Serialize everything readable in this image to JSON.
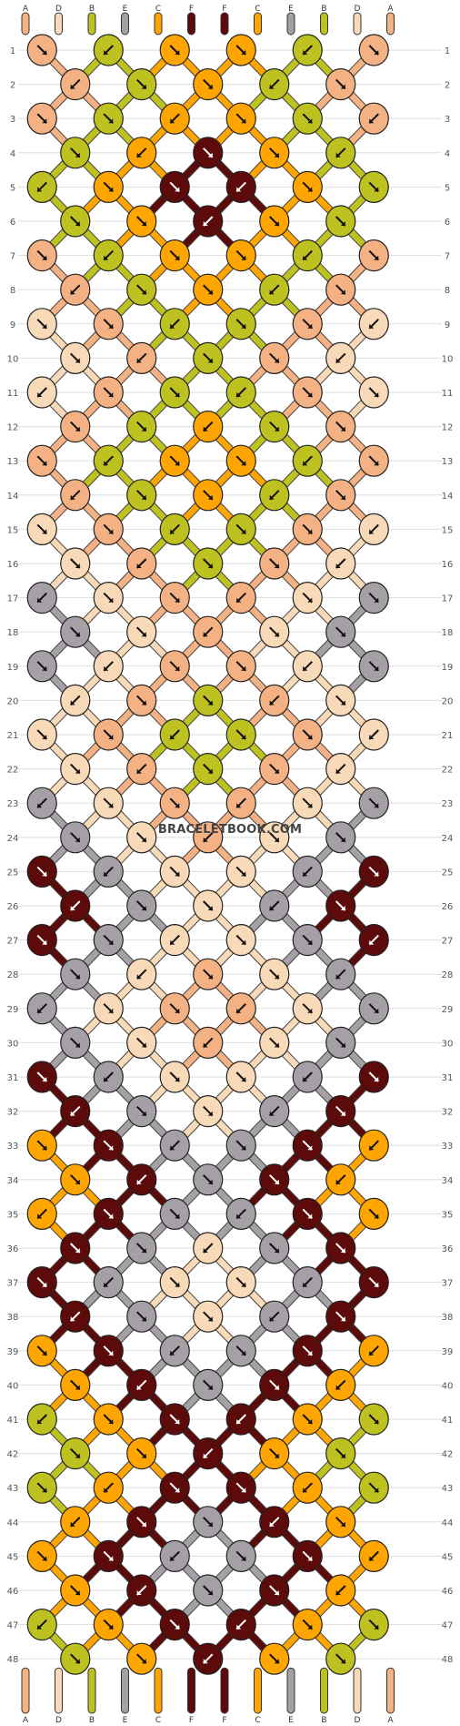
{
  "watermark": "BRACELETBOOK.COM",
  "palette": {
    "A": "#f4b183",
    "D": "#f8d9b8",
    "B": "#bec220",
    "E": "#a59fa6",
    "C": "#ffa500",
    "F": "#5c0a0a"
  },
  "strings_top": [
    "A",
    "D",
    "B",
    "E",
    "C",
    "F",
    "F",
    "C",
    "E",
    "B",
    "D",
    "A"
  ],
  "strings_bottom": [
    "A",
    "D",
    "B",
    "E",
    "C",
    "F",
    "F",
    "C",
    "E",
    "B",
    "D",
    "A"
  ],
  "row_count": 48,
  "rows": [
    [
      "A",
      "B",
      "C",
      "C",
      "B",
      "A"
    ],
    [
      "A",
      "B",
      "C",
      "B",
      "A"
    ],
    [
      "A",
      "B",
      "C",
      "C",
      "B",
      "A"
    ],
    [
      "B",
      "C",
      "F",
      "C",
      "B"
    ],
    [
      "B",
      "C",
      "F",
      "F",
      "C",
      "B"
    ],
    [
      "B",
      "C",
      "F",
      "C",
      "B"
    ],
    [
      "A",
      "B",
      "C",
      "C",
      "B",
      "A"
    ],
    [
      "A",
      "B",
      "C",
      "B",
      "A"
    ],
    [
      "D",
      "A",
      "B",
      "B",
      "A",
      "D"
    ],
    [
      "D",
      "A",
      "B",
      "A",
      "D"
    ],
    [
      "D",
      "A",
      "B",
      "B",
      "A",
      "D"
    ],
    [
      "A",
      "B",
      "C",
      "B",
      "A"
    ],
    [
      "A",
      "B",
      "C",
      "C",
      "B",
      "A"
    ],
    [
      "A",
      "B",
      "C",
      "B",
      "A"
    ],
    [
      "D",
      "A",
      "B",
      "B",
      "A",
      "D"
    ],
    [
      "D",
      "A",
      "B",
      "A",
      "D"
    ],
    [
      "E",
      "D",
      "A",
      "A",
      "D",
      "E"
    ],
    [
      "E",
      "D",
      "A",
      "D",
      "E"
    ],
    [
      "E",
      "D",
      "A",
      "A",
      "D",
      "E"
    ],
    [
      "D",
      "A",
      "B",
      "A",
      "D"
    ],
    [
      "D",
      "A",
      "B",
      "B",
      "A",
      "D"
    ],
    [
      "D",
      "A",
      "B",
      "A",
      "D"
    ],
    [
      "E",
      "D",
      "A",
      "A",
      "D",
      "E"
    ],
    [
      "E",
      "D",
      "A",
      "D",
      "E"
    ],
    [
      "F",
      "E",
      "D",
      "D",
      "E",
      "F"
    ],
    [
      "F",
      "E",
      "D",
      "E",
      "F"
    ],
    [
      "F",
      "E",
      "D",
      "D",
      "E",
      "F"
    ],
    [
      "E",
      "D",
      "A",
      "D",
      "E"
    ],
    [
      "E",
      "D",
      "A",
      "A",
      "D",
      "E"
    ],
    [
      "E",
      "D",
      "A",
      "D",
      "E"
    ],
    [
      "F",
      "E",
      "D",
      "D",
      "E",
      "F"
    ],
    [
      "F",
      "E",
      "D",
      "E",
      "F"
    ],
    [
      "C",
      "F",
      "E",
      "E",
      "F",
      "C"
    ],
    [
      "C",
      "F",
      "E",
      "F",
      "C"
    ],
    [
      "C",
      "F",
      "E",
      "E",
      "F",
      "C"
    ],
    [
      "F",
      "E",
      "D",
      "E",
      "F"
    ],
    [
      "F",
      "E",
      "D",
      "D",
      "E",
      "F"
    ],
    [
      "F",
      "E",
      "D",
      "E",
      "F"
    ],
    [
      "C",
      "F",
      "E",
      "E",
      "F",
      "C"
    ],
    [
      "C",
      "F",
      "E",
      "F",
      "C"
    ],
    [
      "B",
      "C",
      "F",
      "F",
      "C",
      "B"
    ],
    [
      "B",
      "C",
      "F",
      "C",
      "B"
    ],
    [
      "B",
      "C",
      "F",
      "F",
      "C",
      "B"
    ],
    [
      "C",
      "F",
      "E",
      "F",
      "C"
    ],
    [
      "C",
      "F",
      "E",
      "E",
      "F",
      "C"
    ],
    [
      "C",
      "F",
      "E",
      "F",
      "C"
    ],
    [
      "B",
      "C",
      "F",
      "F",
      "C",
      "B"
    ],
    [
      "B",
      "C",
      "F",
      "C",
      "B"
    ]
  ]
}
